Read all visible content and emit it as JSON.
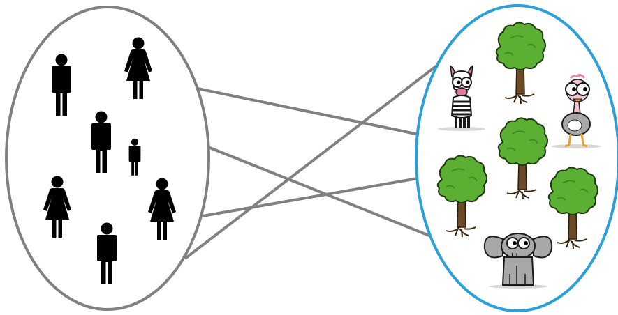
{
  "colors": {
    "background": "#ffffff",
    "people_ellipse_stroke": "#808080",
    "nature_ellipse_stroke": "#2a9fd8",
    "link_stroke": "#808080",
    "person_fill": "#000000",
    "tree_foliage": "#5bb033",
    "tree_trunk": "#6b4a25",
    "animal_outline": "#1a1a1a"
  },
  "groups": [
    {
      "key": "people",
      "label": ""
    },
    {
      "key": "nature",
      "label": ""
    }
  ],
  "people": [
    {
      "key": "p1",
      "kind": "man",
      "icon": "man-icon"
    },
    {
      "key": "p2",
      "kind": "woman",
      "icon": "woman-icon"
    },
    {
      "key": "p3",
      "kind": "man",
      "icon": "man-icon"
    },
    {
      "key": "p4",
      "kind": "child",
      "icon": "child-icon"
    },
    {
      "key": "p5",
      "kind": "woman",
      "icon": "woman-icon"
    },
    {
      "key": "p6",
      "kind": "woman",
      "icon": "woman-icon"
    },
    {
      "key": "p7",
      "kind": "man",
      "icon": "man-icon"
    }
  ],
  "nature": [
    {
      "key": "t1",
      "kind": "tree",
      "icon": "tree-icon"
    },
    {
      "key": "zebra",
      "kind": "zebra",
      "icon": "zebra-icon"
    },
    {
      "key": "ostrich",
      "kind": "ostrich",
      "icon": "ostrich-icon"
    },
    {
      "key": "t2",
      "kind": "tree",
      "icon": "tree-icon"
    },
    {
      "key": "t3",
      "kind": "tree",
      "icon": "tree-icon"
    },
    {
      "key": "t4",
      "kind": "tree",
      "icon": "tree-icon"
    },
    {
      "key": "elephant",
      "kind": "elephant",
      "icon": "elephant-icon"
    }
  ],
  "links": [
    {
      "from": "people",
      "to": "nature"
    },
    {
      "from": "people",
      "to": "nature"
    },
    {
      "from": "people",
      "to": "nature"
    },
    {
      "from": "people",
      "to": "nature"
    }
  ]
}
